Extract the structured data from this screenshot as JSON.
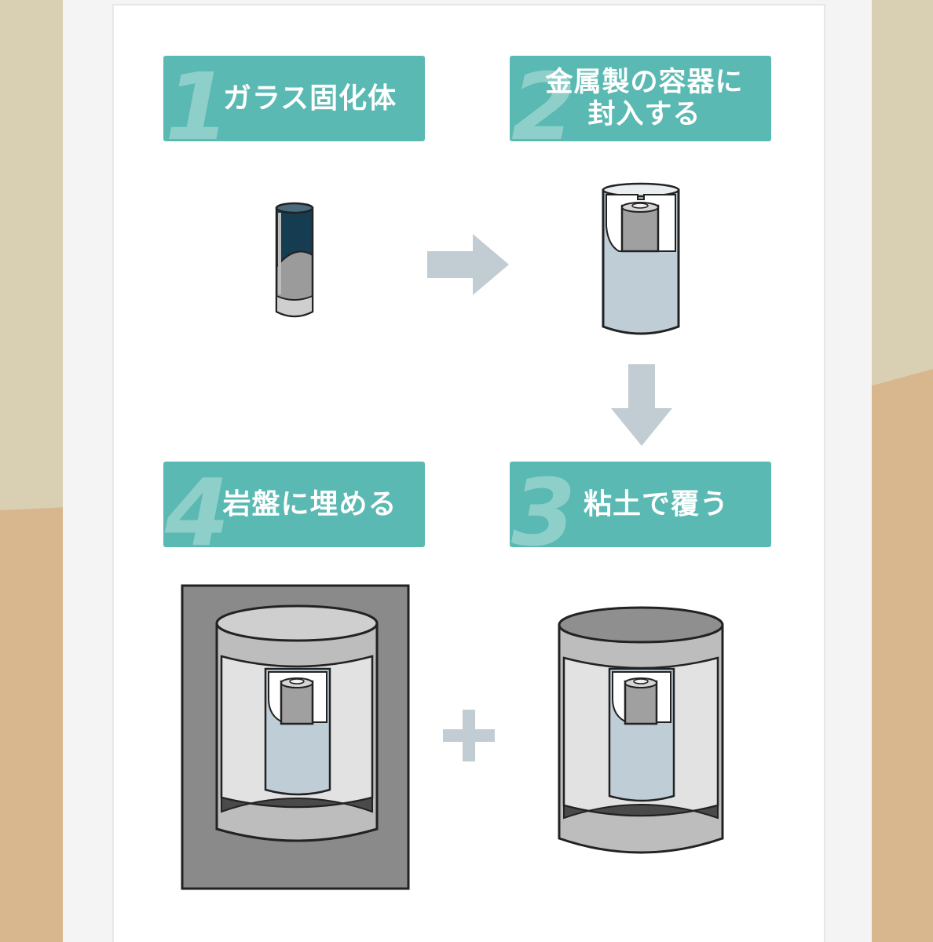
{
  "steps": [
    {
      "number": "1",
      "label": "ガラス固化体"
    },
    {
      "number": "2",
      "label": "金属製の容器に\n封入する"
    },
    {
      "number": "3",
      "label": "粘土で覆う"
    },
    {
      "number": "4",
      "label": "岩盤に埋める"
    }
  ],
  "colors": {
    "label_bg": "#5ab9b2",
    "arrow": "#c2ccd3",
    "container_fill": "#bfcdd6",
    "glass_fill": "#9b9b9b",
    "rock_fill": "#8a8a8a",
    "clay_fill": "#bdbdbd"
  },
  "icons": [
    "arrow-right-icon",
    "arrow-down-icon",
    "plus-icon"
  ]
}
